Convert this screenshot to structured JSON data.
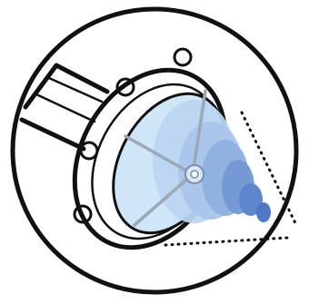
{
  "illustration": {
    "colors": {
      "outline": "#111111",
      "background": "#ffffff",
      "lens_glass": "#cfe6f8",
      "spray_light": "#bcd5f0",
      "spray_mid": "#8fb1df",
      "spray_dark": "#5f87cc",
      "spray_tip": "#4f79c4",
      "metal_bracket": "#9aa8b8"
    },
    "icons": [
      "circular-frame",
      "mounting-arm",
      "nozzle-housing",
      "mist-spray",
      "dotted-guide-lines"
    ]
  }
}
